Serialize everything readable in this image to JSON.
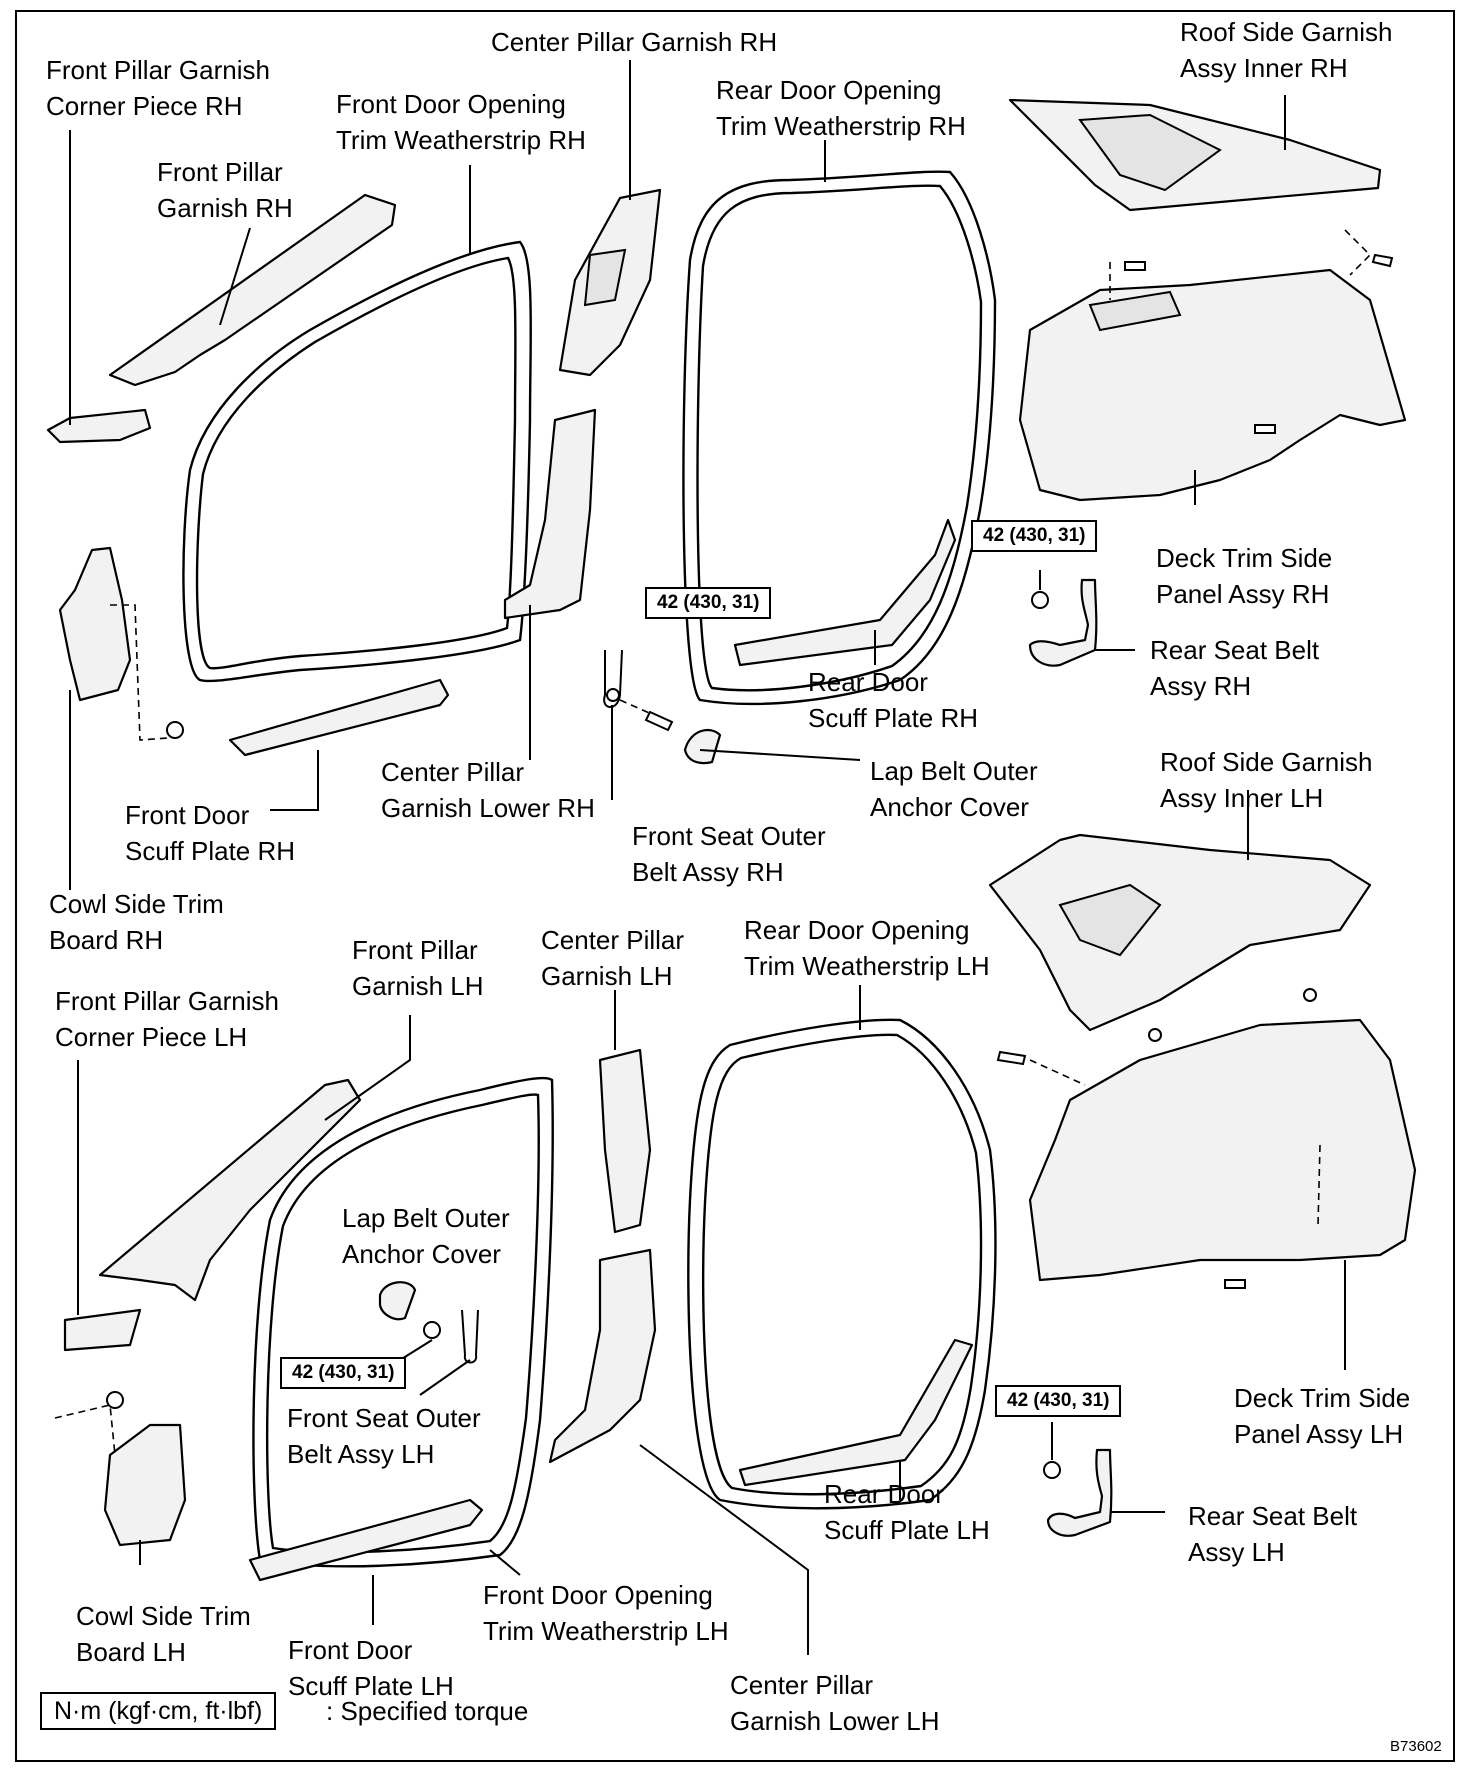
{
  "labels": {
    "front_pillar_garnish_corner_piece_rh": "Front Pillar Garnish\nCorner Piece RH",
    "front_pillar_garnish_rh": "Front Pillar\nGarnish RH",
    "front_door_opening_trim_weatherstrip_rh": "Front Door Opening\nTrim Weatherstrip RH",
    "center_pillar_garnish_rh": "Center Pillar Garnish RH",
    "rear_door_opening_trim_weatherstrip_rh": "Rear Door Opening\nTrim Weatherstrip RH",
    "roof_side_garnish_assy_inner_rh": "Roof Side Garnish\nAssy Inner RH",
    "deck_trim_side_panel_assy_rh": "Deck Trim Side\nPanel Assy RH",
    "rear_seat_belt_assy_rh": "Rear Seat Belt\nAssy RH",
    "rear_door_scuff_plate_rh": "Rear Door\nScuff Plate RH",
    "lap_belt_outer_anchor_cover_rh": "Lap Belt Outer\nAnchor Cover",
    "front_seat_outer_belt_assy_rh": "Front Seat Outer\nBelt Assy RH",
    "center_pillar_garnish_lower_rh": "Center Pillar\nGarnish Lower RH",
    "front_door_scuff_plate_rh": "Front Door\nScuff Plate RH",
    "cowl_side_trim_board_rh": "Cowl Side Trim\nBoard RH",
    "roof_side_garnish_assy_inner_lh": "Roof Side Garnish\nAssy Inner LH",
    "front_pillar_garnish_lh": "Front Pillar\nGarnish LH",
    "center_pillar_garnish_lh": "Center Pillar\nGarnish LH",
    "rear_door_opening_trim_weatherstrip_lh": "Rear Door Opening\nTrim Weatherstrip LH",
    "front_pillar_garnish_corner_piece_lh": "Front Pillar Garnish\nCorner Piece LH",
    "lap_belt_outer_anchor_cover_lh": "Lap Belt Outer\nAnchor Cover",
    "front_seat_outer_belt_assy_lh": "Front Seat Outer\nBelt Assy LH",
    "deck_trim_side_panel_assy_lh": "Deck Trim Side\nPanel Assy LH",
    "rear_seat_belt_assy_lh": "Rear Seat Belt\nAssy LH",
    "rear_door_scuff_plate_lh": "Rear Door\nScuff Plate LH",
    "cowl_side_trim_board_lh": "Cowl Side Trim\nBoard LH",
    "front_door_scuff_plate_lh": "Front Door\nScuff Plate LH",
    "front_door_opening_trim_weatherstrip_lh": "Front Door Opening\nTrim Weatherstrip LH",
    "center_pillar_garnish_lower_lh": "Center Pillar\nGarnish Lower LH"
  },
  "torque": {
    "rear_seat_belt_rh": "42 (430, 31)",
    "front_seat_outer_belt_rh": "42 (430, 31)",
    "front_seat_outer_belt_lh": "42 (430, 31)",
    "rear_seat_belt_lh": "42 (430, 31)"
  },
  "legend": {
    "unit_box": "N·m (kgf·cm, ft·lbf)",
    "description": ": Specified torque"
  },
  "figure_code": "B73602"
}
